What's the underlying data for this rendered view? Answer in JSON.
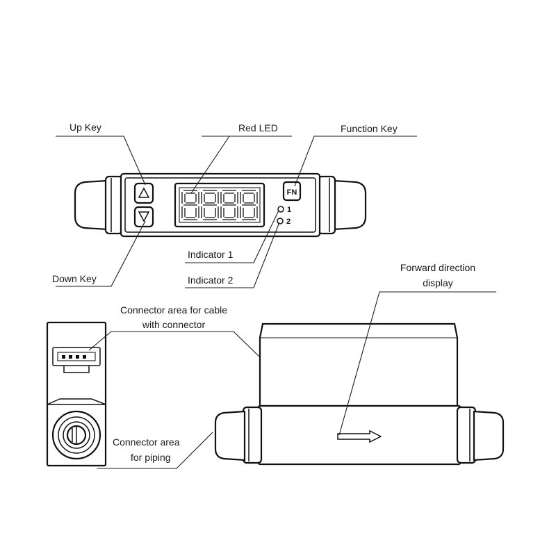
{
  "labels": {
    "up_key": "Up Key",
    "red_led": "Red LED",
    "function_key": "Function Key",
    "down_key": "Down Key",
    "indicator_1": "Indicator 1",
    "indicator_2": "Indicator 2",
    "forward_line1": "Forward direction",
    "forward_line2": "display",
    "cable_line1": "Connector area for cable",
    "cable_line2": "with connector",
    "piping_line1": "Connector area",
    "piping_line2": "for piping"
  },
  "device_marks": {
    "fn_key": "FN",
    "indicator_1_num": "1",
    "indicator_2_num": "2",
    "led_digits": "8888"
  }
}
